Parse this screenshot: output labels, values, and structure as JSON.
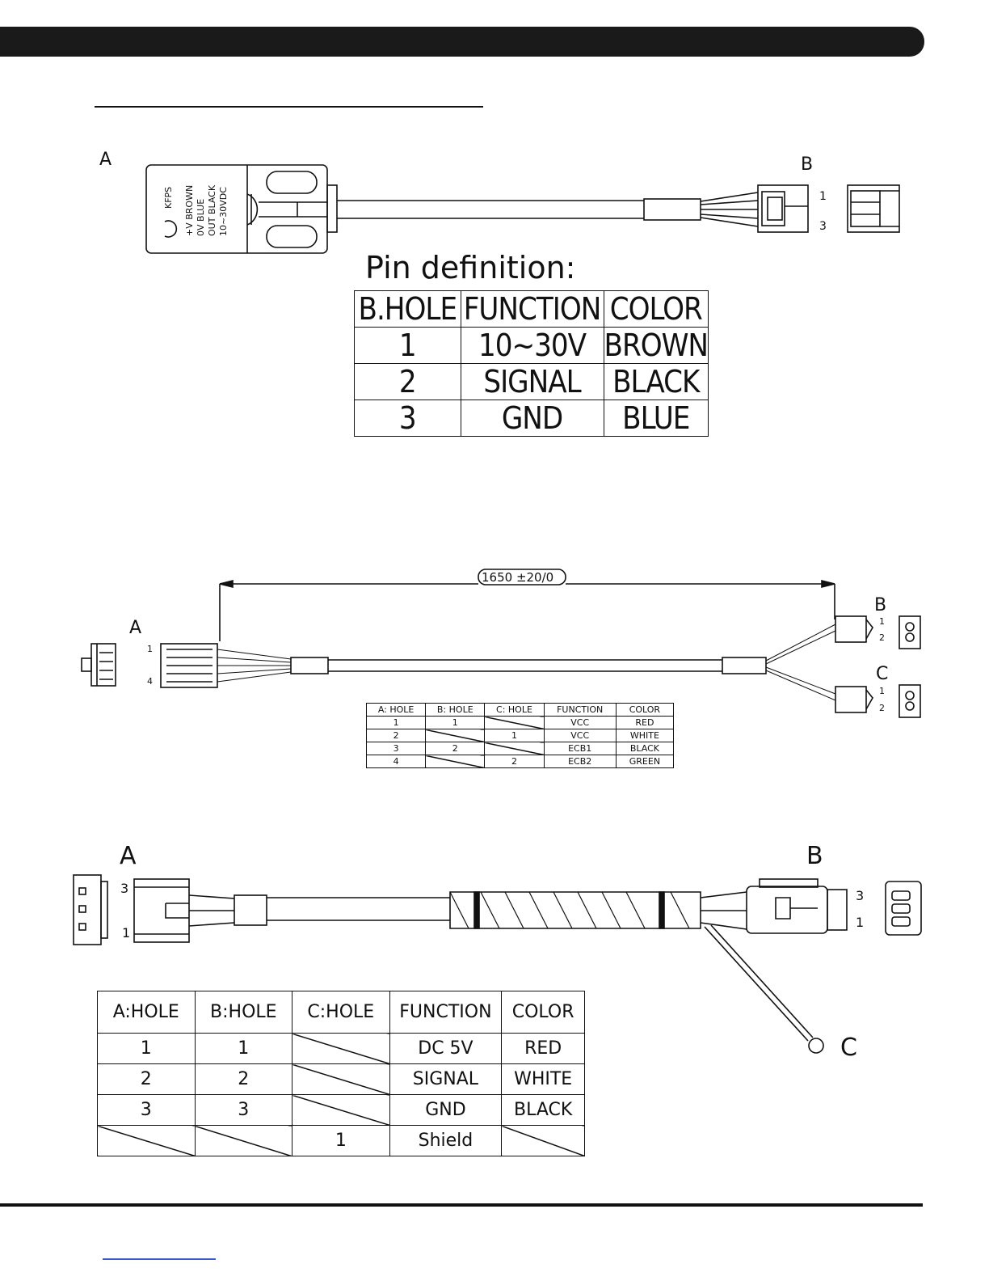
{
  "sensor": {
    "label_a": "A",
    "label_b": "B",
    "pin1": "1",
    "pin3": "3",
    "body_brand": "KFPS",
    "body_lines": [
      "+V BROWN",
      "0V BLUE",
      "OUT BLACK",
      "10~30VDC"
    ],
    "pin_title": "Pin definition:",
    "headers": [
      "B.HOLE",
      "FUNCTION",
      "COLOR"
    ],
    "rows": [
      [
        "1",
        "10~30V",
        "BROWN"
      ],
      [
        "2",
        "SIGNAL",
        "BLACK"
      ],
      [
        "3",
        "GND",
        "BLUE"
      ]
    ]
  },
  "cable2": {
    "label_a": "A",
    "label_b": "B",
    "label_c": "C",
    "dimension": "1650 ±20/0",
    "a_pins": [
      "1",
      "4"
    ],
    "b_pins": [
      "1",
      "2"
    ],
    "c_pins": [
      "1",
      "2"
    ],
    "headers": [
      "A: HOLE",
      "B: HOLE",
      "C: HOLE",
      "FUNCTION",
      "COLOR"
    ],
    "rows": [
      [
        "1",
        "1",
        "",
        "VCC",
        "RED"
      ],
      [
        "2",
        "",
        "1",
        "VCC",
        "WHITE"
      ],
      [
        "3",
        "2",
        "",
        "ECB1",
        "BLACK"
      ],
      [
        "4",
        "",
        "2",
        "ECB2",
        "GREEN"
      ]
    ]
  },
  "cable3": {
    "label_a": "A",
    "label_b": "B",
    "label_c": "C",
    "a_pins": [
      "3",
      "1"
    ],
    "b_pins": [
      "3",
      "1"
    ],
    "headers": [
      "A:HOLE",
      "B:HOLE",
      "C:HOLE",
      "FUNCTION",
      "COLOR"
    ],
    "rows": [
      [
        "1",
        "1",
        "",
        "DC 5V",
        "RED"
      ],
      [
        "2",
        "2",
        "",
        "SIGNAL",
        "WHITE"
      ],
      [
        "3",
        "3",
        "",
        "GND",
        "BLACK"
      ],
      [
        "",
        "",
        "1",
        "Shield",
        ""
      ]
    ]
  }
}
